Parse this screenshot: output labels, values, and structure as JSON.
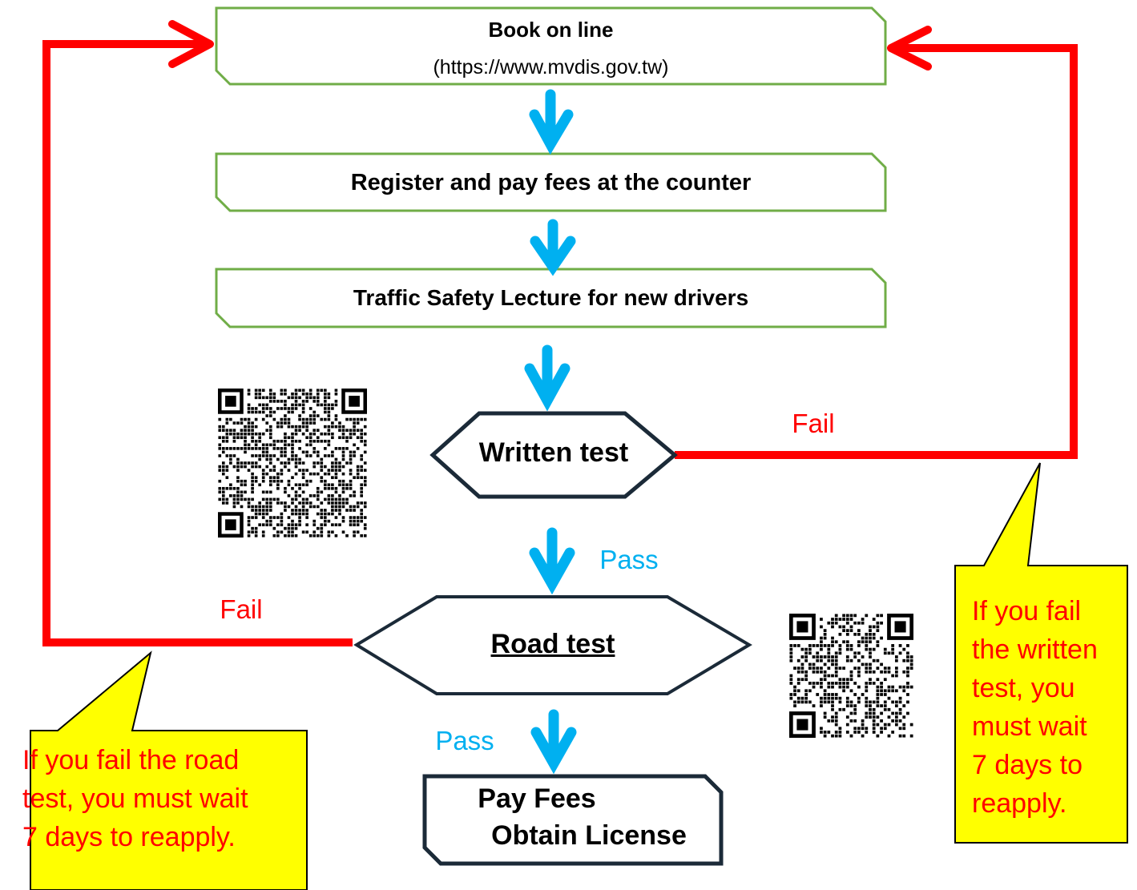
{
  "steps": {
    "book": {
      "title": "Book on line",
      "url": "(https://www.mvdis.gov.tw)"
    },
    "register": {
      "label": "Register and pay fees at the counter"
    },
    "lecture": {
      "label": "Traffic Safety Lecture for new drivers"
    },
    "written": {
      "label": "Written test"
    },
    "road": {
      "label": "Road test"
    },
    "license": {
      "line1": "Pay Fees",
      "line2": "Obtain License"
    }
  },
  "edges": {
    "written_fail": "Fail",
    "written_pass": "Pass",
    "road_fail": "Fail",
    "road_pass": "Pass"
  },
  "callouts": {
    "road_fail_note": "If you fail the road\ntest, you must wait\n7 days to reapply.",
    "written_fail_note": "If you fail\nthe written\ntest, you\nmust wait\n7 days to\nreapply."
  },
  "colors": {
    "fail_line": "#ff0000",
    "flow_arrow": "#00b0f0",
    "box_border": "#70ad47",
    "hexagon_border": "#1b2a38",
    "callout_fill": "#ffff00",
    "callout_text": "#ff0000"
  }
}
